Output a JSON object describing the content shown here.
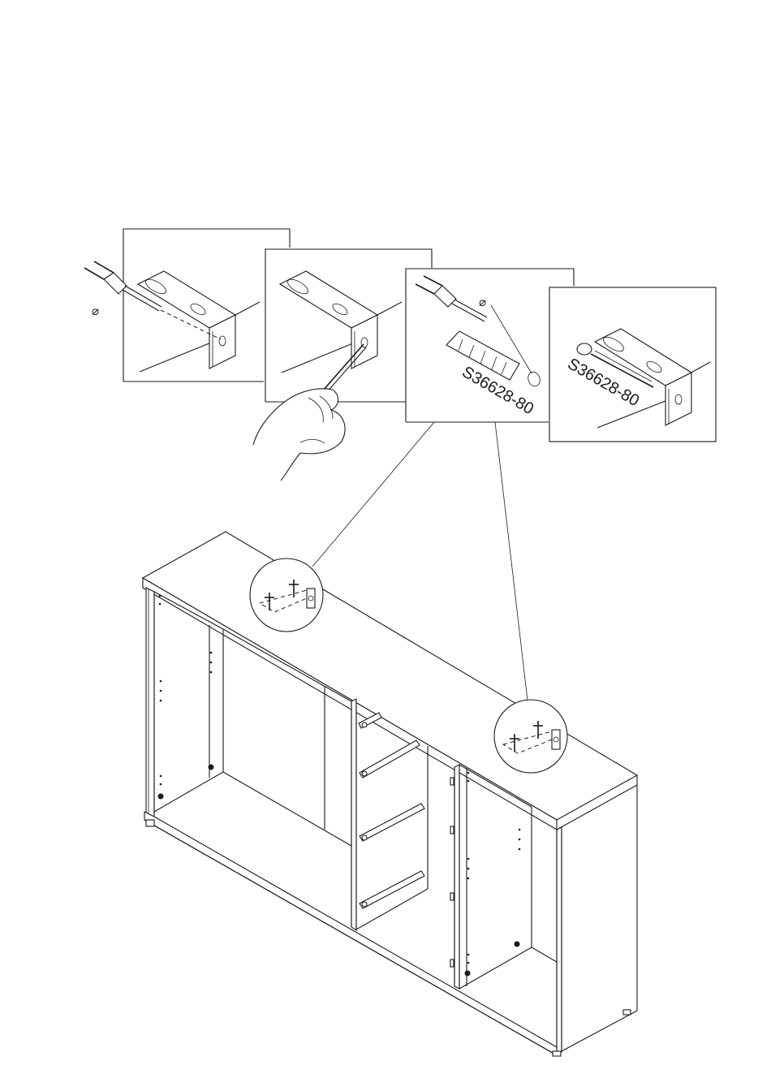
{
  "steps": [
    {
      "id": "step-1",
      "drill_symbol": "⌀"
    },
    {
      "id": "step-2"
    },
    {
      "id": "step-3",
      "drill_symbol": "⌀",
      "part_label": "S36628-80"
    },
    {
      "id": "step-4",
      "part_label": "S36628-80"
    }
  ],
  "detail_callouts": [
    "left-bracket",
    "right-bracket"
  ]
}
